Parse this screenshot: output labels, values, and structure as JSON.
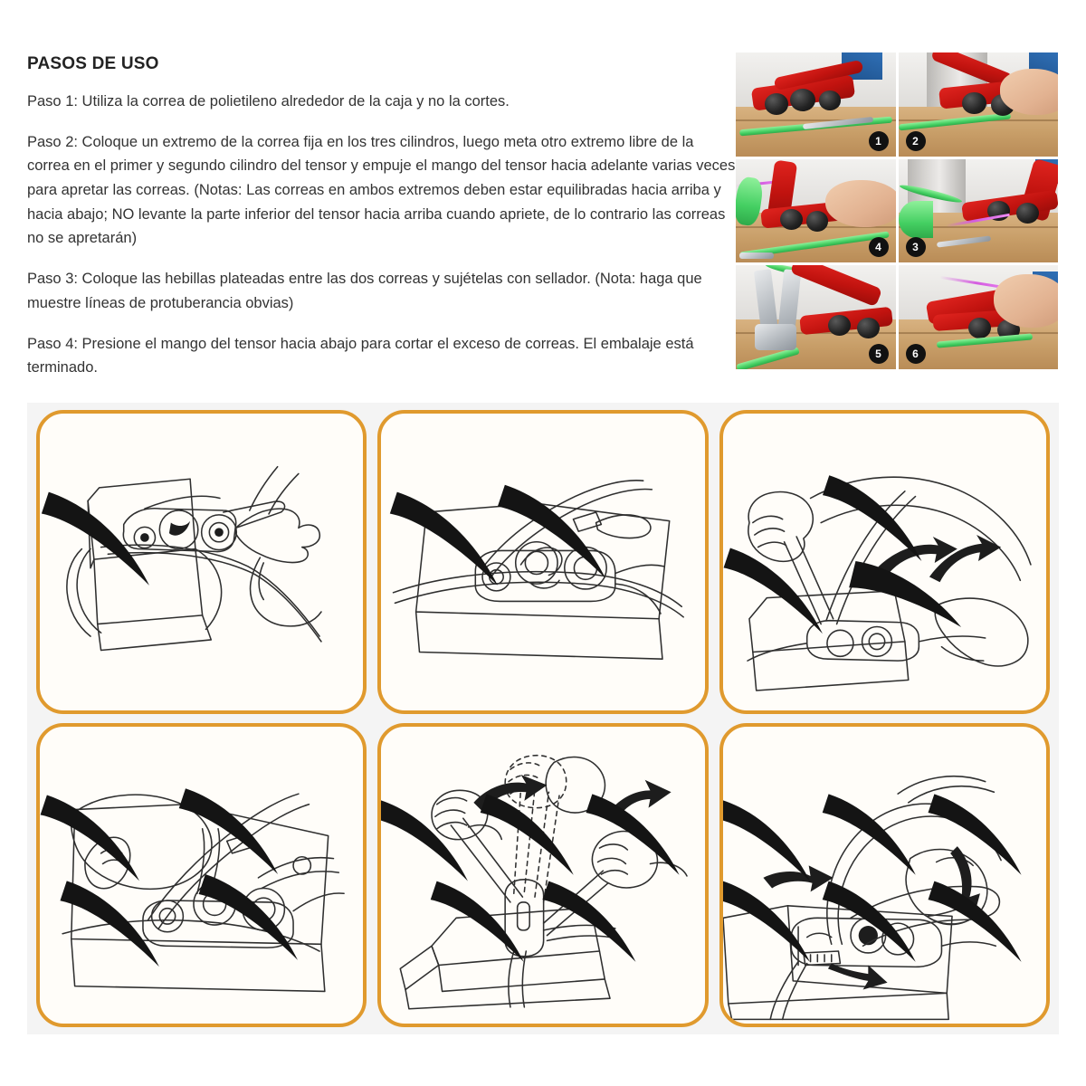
{
  "document": {
    "title": "PASOS DE USO",
    "steps": [
      "Paso 1: Utiliza la correa de polietileno alrededor de la caja y no la cortes.",
      "Paso 2: Coloque un extremo de la correa fija en los tres cilindros, luego meta otro extremo libre de la correa en el primer y segundo cilindro del tensor y empuje el mango del tensor hacia adelante varias veces para apretar las correas. (Notas: Las correas en ambos extremos deben estar equilibradas hacia arriba y hacia abajo; NO levante la parte inferior del tensor hacia arriba cuando apriete, de lo contrario las correas no se apretarán)",
      "Paso 3: Coloque las hebillas plateadas entre las dos correas y sujételas con sellador. (Nota: haga que muestre líneas de protuberancia obvias)",
      "Paso 4: Presione el mango del tensor hacia abajo para cortar el exceso de correas. El embalaje está terminado."
    ]
  },
  "photo_grid": {
    "columns": 2,
    "rows": 3,
    "cells": [
      {
        "badge": "1",
        "badge_side": "right",
        "caption": "tensor rojo sobre caja con correa verde"
      },
      {
        "badge": "2",
        "badge_side": "left",
        "caption": "mano insertando la correa en el tensor"
      },
      {
        "badge": "4",
        "badge_side": "right",
        "caption": "mano colocando la hebilla plateada"
      },
      {
        "badge": "3",
        "badge_side": "left",
        "caption": "correa verde pasando por los cilindros"
      },
      {
        "badge": "5",
        "badge_side": "right",
        "caption": "sellador plateado apretando la hebilla"
      },
      {
        "badge": "6",
        "badge_side": "left",
        "caption": "mano presionando el mango para cortar"
      }
    ]
  },
  "illustration_grid": {
    "columns": 3,
    "rows": 2,
    "border_color": "#e09a2e",
    "panel_background": "#fffdf9",
    "grid_background": "#f4f4f4",
    "panels": [
      {
        "index": 1,
        "ticks": 1,
        "caption": "Rodear la caja con la correa y colocarla en el tensor"
      },
      {
        "index": 2,
        "ticks": 2,
        "caption": "Insertar el extremo libre en el primer y segundo cilindro"
      },
      {
        "index": 3,
        "ticks": 3,
        "caption": "Empujar el mango del tensor hacia adelante para apretar",
        "arrows": 2
      },
      {
        "index": 4,
        "ticks": 4,
        "caption": "Sujetar la base del tensor sin levantarla"
      },
      {
        "index": 5,
        "ticks": 5,
        "caption": "Colocar la hebilla y apretar con el sellador",
        "arrows": 2
      },
      {
        "index": 6,
        "ticks": 6,
        "caption": "Presionar el mango hacia abajo para cortar el sobrante",
        "arrows": 2
      }
    ]
  },
  "colors": {
    "accent_orange": "#e09a2e",
    "text": "#333333",
    "title": "#232323",
    "page_background": "#ffffff",
    "grid_background": "#f4f4f4",
    "badge_background": "#111111",
    "badge_text": "#ffffff"
  }
}
